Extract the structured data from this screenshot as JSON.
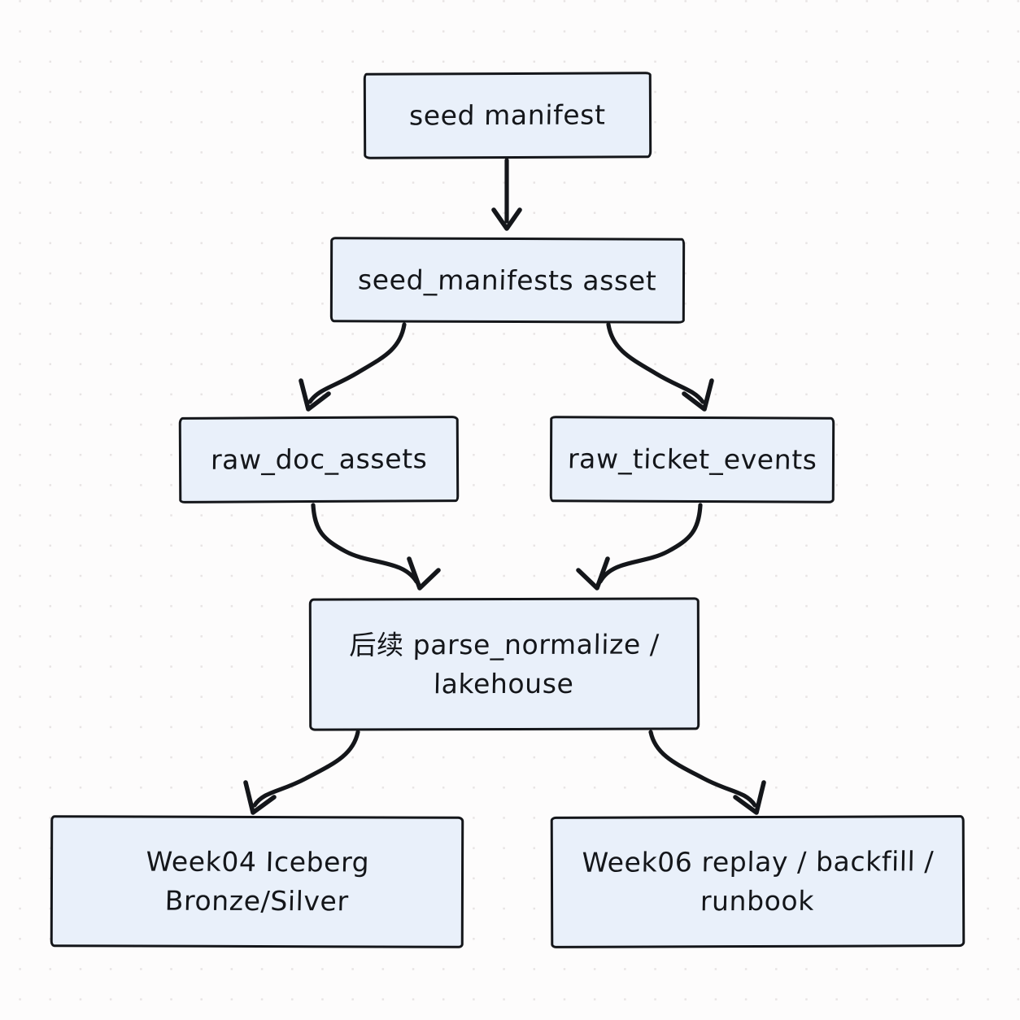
{
  "diagram": {
    "title": "seed manifest pipeline flow",
    "background_color": "#fdfcfc",
    "dot_grid_color": "#e8e4e4",
    "node_fill_color": "#e9f0fa",
    "node_border_color": "#14161a",
    "edge_color": "#14161a",
    "nodes": [
      {
        "id": "seed-manifest",
        "label": "seed manifest"
      },
      {
        "id": "seed-asset",
        "label": "seed_manifests asset"
      },
      {
        "id": "raw-doc",
        "label": "raw_doc_assets"
      },
      {
        "id": "raw-ticket",
        "label": "raw_ticket_events"
      },
      {
        "id": "parse-normalize",
        "label": "后续 parse_normalize /\nlakehouse"
      },
      {
        "id": "week04",
        "label": "Week04 Iceberg\nBronze/Silver"
      },
      {
        "id": "week06",
        "label": "Week06 replay / backfill /\nrunbook"
      }
    ],
    "edges": [
      {
        "from": "seed-manifest",
        "to": "seed-asset",
        "style": "straight-down"
      },
      {
        "from": "seed-asset",
        "to": "raw-doc",
        "style": "curve-left"
      },
      {
        "from": "seed-asset",
        "to": "raw-ticket",
        "style": "curve-right"
      },
      {
        "from": "raw-doc",
        "to": "parse-normalize",
        "style": "curve-right"
      },
      {
        "from": "raw-ticket",
        "to": "parse-normalize",
        "style": "curve-left"
      },
      {
        "from": "parse-normalize",
        "to": "week04",
        "style": "curve-left"
      },
      {
        "from": "parse-normalize",
        "to": "week06",
        "style": "curve-right"
      }
    ]
  }
}
